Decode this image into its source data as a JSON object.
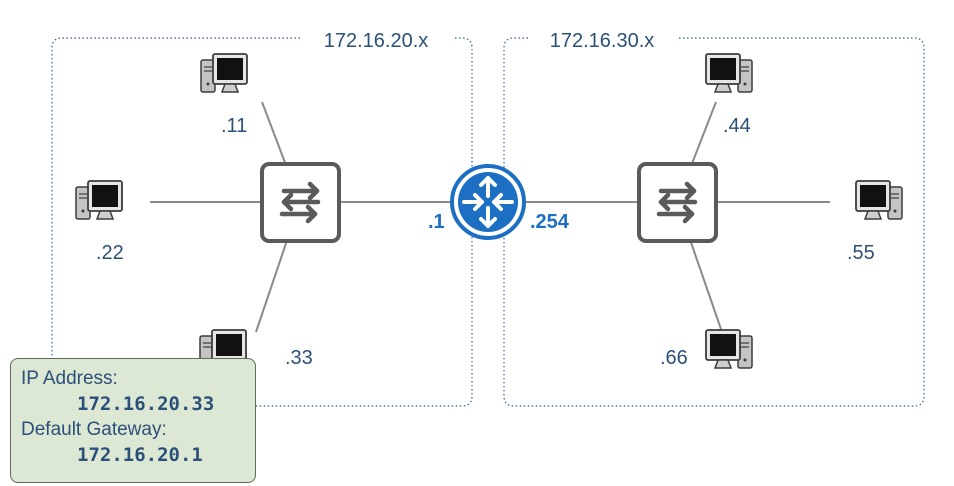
{
  "networks": {
    "left": {
      "label": "172.16.20.x"
    },
    "right": {
      "label": "172.16.30.x"
    }
  },
  "hosts": {
    "h11": ".11",
    "h22": ".22",
    "h33": ".33",
    "h44": ".44",
    "h55": ".55",
    "h66": ".66"
  },
  "router": {
    "left_interface": ".1",
    "right_interface": ".254"
  },
  "info_box": {
    "ip_label": "IP Address:",
    "ip_value": "172.16.20.33",
    "gateway_label": "Default Gateway:",
    "gateway_value": "172.16.20.1"
  },
  "colors": {
    "network_border": "#2b5c9e",
    "label_text": "#2b5079",
    "interface_text": "#1c6fc2",
    "router_fill": "#1c6fc2",
    "switch_stroke": "#5a5a5a",
    "link_line": "#8a8a8a",
    "info_box_fill": "#dde8d4"
  }
}
